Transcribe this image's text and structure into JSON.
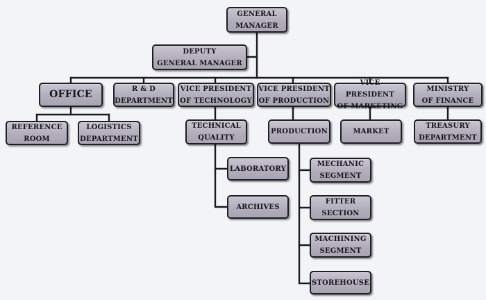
{
  "chart": {
    "nodes": [
      {
        "id": "general-manager",
        "label": "GENERAL\nMANAGER"
      },
      {
        "id": "deputy-general-manager",
        "label": "DEPUTY\nGENERAL MANAGER"
      },
      {
        "id": "office",
        "label": "OFFICE"
      },
      {
        "id": "rd-department",
        "label": "R & D\nDEPARTMENT"
      },
      {
        "id": "vp-technology",
        "label": "VICE PRESIDENT\nOF TECHNOLOGY"
      },
      {
        "id": "vp-production",
        "label": "VICE PRESIDENT\nOF PRODUCTION"
      },
      {
        "id": "vp-marketing",
        "label": "VICE PRESIDENT\nOF MARKETING"
      },
      {
        "id": "ministry-of-finance",
        "label": "MINISTRY\nOF FINANCE"
      },
      {
        "id": "reference-room",
        "label": "REFERENCE\nROOM"
      },
      {
        "id": "logistics-department",
        "label": "LOGISTICS\nDEPARTMENT"
      },
      {
        "id": "technical-quality",
        "label": "TECHNICAL\nQUALITY"
      },
      {
        "id": "production",
        "label": "PRODUCTION"
      },
      {
        "id": "market",
        "label": "MARKET"
      },
      {
        "id": "treasury-department",
        "label": "TREASURY\nDEPARTMENT"
      },
      {
        "id": "laboratory",
        "label": "LABORATORY"
      },
      {
        "id": "archives",
        "label": "ARCHIVES"
      },
      {
        "id": "mechanic-segment",
        "label": "MECHANIC\nSEGMENT"
      },
      {
        "id": "fitter-section",
        "label": "FITTER\nSECTION"
      },
      {
        "id": "machining-segment",
        "label": "MACHINING\nSEGMENT"
      },
      {
        "id": "storehouse",
        "label": "STOREHOUSE"
      }
    ]
  }
}
